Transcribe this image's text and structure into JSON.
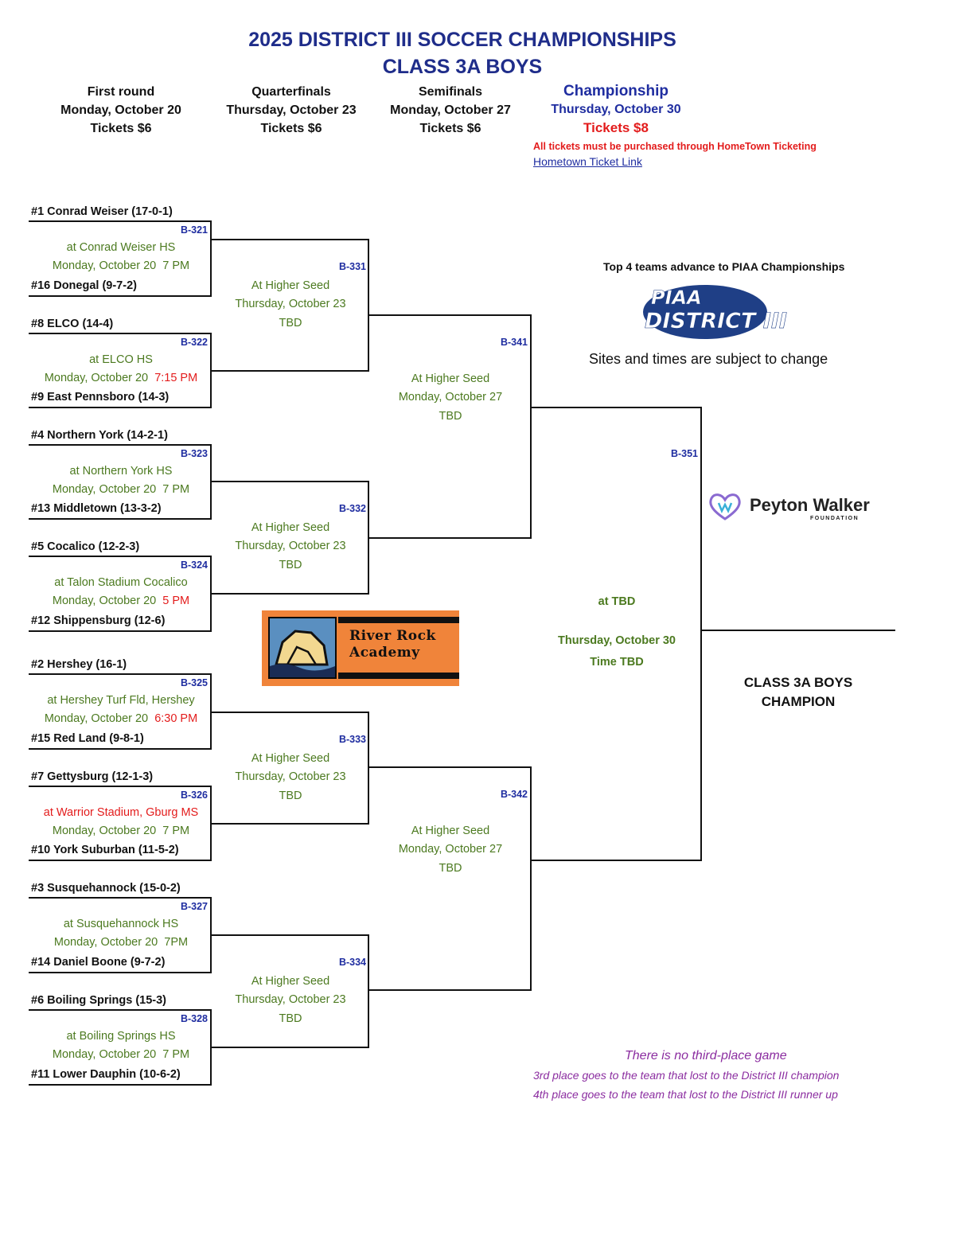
{
  "title": {
    "line1": "2025 DISTRICT III SOCCER CHAMPIONSHIPS",
    "line2": "CLASS 3A BOYS"
  },
  "rounds": [
    {
      "name": "First round",
      "date": "Monday, October 20",
      "tickets": "Tickets $6"
    },
    {
      "name": "Quarterfinals",
      "date": "Thursday, October 23",
      "tickets": "Tickets $6"
    },
    {
      "name": "Semifinals",
      "date": "Monday, October 27",
      "tickets": "Tickets $6"
    },
    {
      "name": "Championship",
      "date": "Thursday, October 30",
      "tickets": "Tickets $8"
    }
  ],
  "ticket_note": "All tickets must be purchased through HomeTown Ticketing",
  "ticket_link": "Hometown Ticket Link",
  "first_round": [
    {
      "game": "B-321",
      "top": "#1 Conrad Weiser (17-0-1)",
      "bottom": "#16 Donegal (9-7-2)",
      "site": "at Conrad Weiser HS",
      "date": "Monday, October 20",
      "time": "7 PM"
    },
    {
      "game": "B-322",
      "top": "#8 ELCO (14-4)",
      "bottom": "#9 East Pennsboro (14-3)",
      "site": "at ELCO HS",
      "date": "Monday, October 20",
      "time": "7:15 PM"
    },
    {
      "game": "B-323",
      "top": "#4 Northern York (14-2-1)",
      "bottom": "#13 Middletown (13-3-2)",
      "site": "at Northern York HS",
      "date": "Monday, October 20",
      "time": "7 PM"
    },
    {
      "game": "B-324",
      "top": "#5 Cocalico (12-2-3)",
      "bottom": "#12 Shippensburg (12-6)",
      "site": "at Talon Stadium Cocalico",
      "date": "Monday, October 20",
      "time": "5 PM"
    },
    {
      "game": "B-325",
      "top": "#2 Hershey (16-1)",
      "bottom": "#15 Red Land (9-8-1)",
      "site": "at Hershey Turf Fld, Hershey",
      "date": "Monday, October 20",
      "time": "6:30 PM"
    },
    {
      "game": "B-326",
      "top": "#7 Gettysburg (12-1-3)",
      "bottom": "#10 York Suburban (11-5-2)",
      "site": "at Warrior Stadium, Gburg MS",
      "date": "Monday, October 20",
      "time": "7 PM"
    },
    {
      "game": "B-327",
      "top": "#3 Susquehannock (15-0-2)",
      "bottom": "#14 Daniel Boone (9-7-2)",
      "site": "at Susquehannock HS",
      "date": "Monday, October 20",
      "time": "7PM"
    },
    {
      "game": "B-328",
      "top": "#6 Boiling Springs (15-3)",
      "bottom": "#11 Lower Dauphin (10-6-2)",
      "site": "at Boiling Springs HS",
      "date": "Monday, October 20",
      "time": "7 PM"
    }
  ],
  "quarterfinals": [
    {
      "game": "B-331",
      "site": "At Higher Seed",
      "date": "Thursday, October 23",
      "time": "TBD"
    },
    {
      "game": "B-332",
      "site": "At Higher Seed",
      "date": "Thursday, October 23",
      "time": "TBD"
    },
    {
      "game": "B-333",
      "site": "At Higher Seed",
      "date": "Thursday, October 23",
      "time": "TBD"
    },
    {
      "game": "B-334",
      "site": "At Higher Seed",
      "date": "Thursday, October 23",
      "time": "TBD"
    }
  ],
  "semifinals": [
    {
      "game": "B-341",
      "site": "At Higher Seed",
      "date": "Monday, October 27",
      "time": "TBD"
    },
    {
      "game": "B-342",
      "site": "At Higher Seed",
      "date": "Monday, October 27",
      "time": "TBD"
    }
  ],
  "final": {
    "game": "B-351",
    "site": "at TBD",
    "date": "Thursday, October 30",
    "time": "Time TBD"
  },
  "champion_label": {
    "line1": "CLASS 3A BOYS",
    "line2": "CHAMPION"
  },
  "piaa_note": "Top 4 teams advance to PIAA Championships",
  "piaa_logo": {
    "line1": "PIAA",
    "line2": "DISTRICT III"
  },
  "sites_note": "Sites and times are subject to change",
  "sponsor_peyton": {
    "name": "Peyton Walker",
    "sub": "FOUNDATION"
  },
  "sponsor_rra": {
    "line1": "River Rock",
    "line2": "Academy"
  },
  "third_place": {
    "line1": "There is no third-place game",
    "line2": "3rd place goes to the team that lost to the District III champion",
    "line3": "4th place goes to the team that lost to the District III runner up"
  },
  "colors": {
    "title": "#1f2d8a",
    "game_id": "#1f2da0",
    "site": "#4c7a20",
    "alert": "#e31c1c",
    "note": "#8b2da0"
  }
}
